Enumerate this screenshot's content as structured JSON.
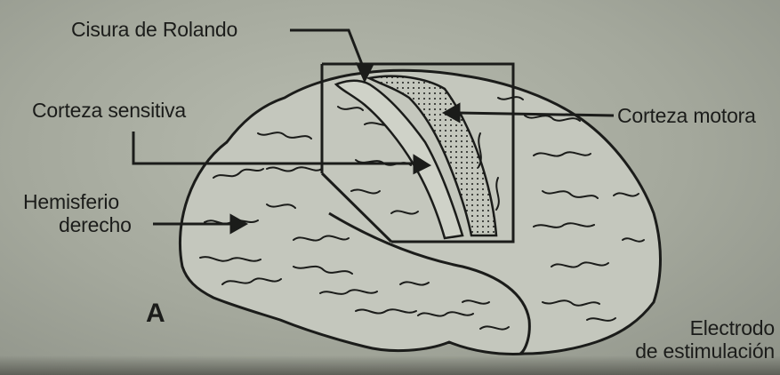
{
  "labels": {
    "cisura_rolando": "Cisura de Rolando",
    "corteza_sensitiva": "Corteza sensitiva",
    "corteza_motora": "Corteza motora",
    "hemisferio_line1": "Hemisferio",
    "hemisferio_line2": "derecho",
    "panel_letter": "A",
    "electrodo_line1": "Electrodo",
    "electrodo_line2": "de estimulación"
  },
  "colors": {
    "paper": "#a4a89c",
    "ink": "#1b1c1a"
  }
}
